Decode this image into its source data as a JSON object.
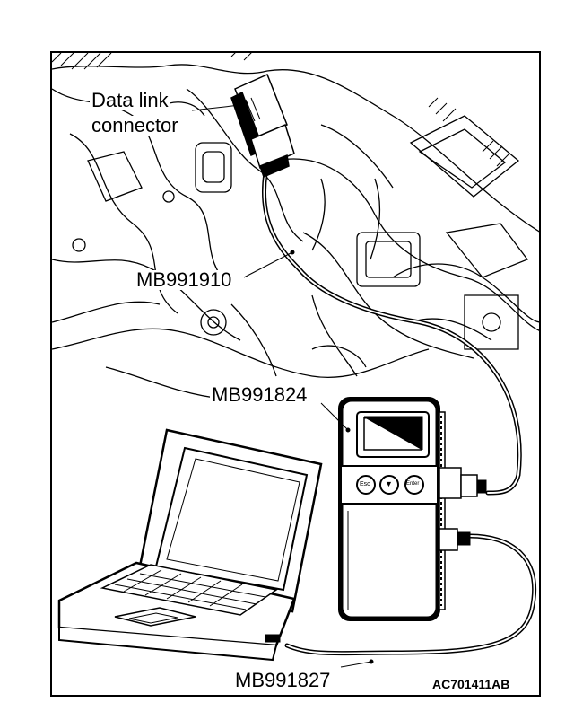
{
  "labels": {
    "data_link_connector_line1": "Data link",
    "data_link_connector_line2": "connector",
    "mb991910": "MB991910",
    "mb991824": "MB991824",
    "mb991827": "MB991827",
    "figure_code": "AC701411AB"
  },
  "device": {
    "esc_key": "Esc",
    "down_key": "▼",
    "enter_key": "Enter"
  }
}
